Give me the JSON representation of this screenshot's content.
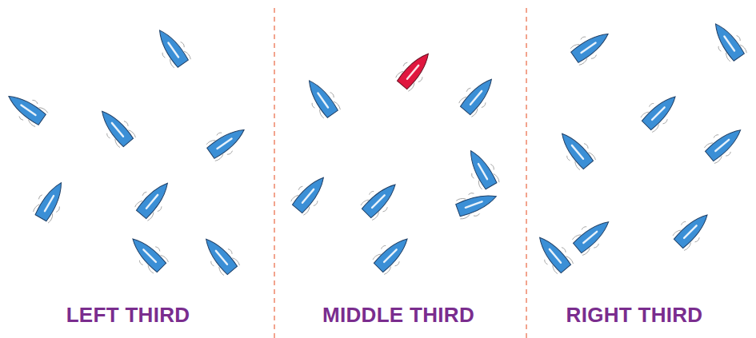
{
  "diagram": {
    "labels": [
      "LEFT THIRD",
      "MIDDLE THIRD",
      "RIGHT THIRD"
    ]
  }
}
